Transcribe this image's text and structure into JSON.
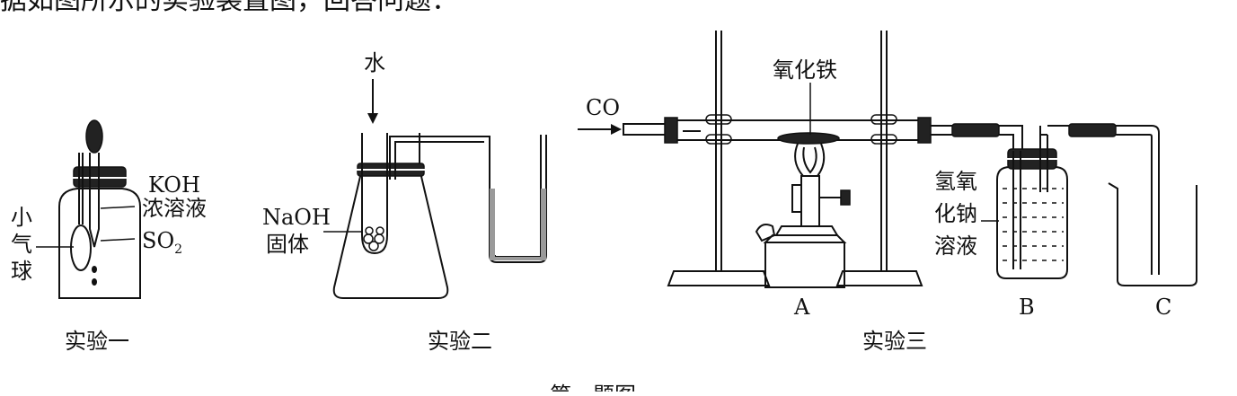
{
  "header_text": "据如图所示的实验装置图，回答问题：",
  "exp1": {
    "caption": "实验一",
    "reagent_line1": "KOH",
    "reagent_line2": "浓溶液",
    "balloon_label": [
      "小",
      "气",
      "球"
    ],
    "gas_label": "SO",
    "gas_subscript": "2"
  },
  "exp2": {
    "caption": "实验二",
    "water_label": "水",
    "solid_line1": "NaOH",
    "solid_line2": "固体"
  },
  "exp3": {
    "caption": "实验三",
    "co_label": "CO",
    "oxide_label": "氧化铁",
    "solution_label": [
      "氢氧",
      "化钠",
      "溶液"
    ],
    "part_a": "A",
    "part_b": "B",
    "part_c": "C"
  },
  "footer_fragment": "第一题图"
}
